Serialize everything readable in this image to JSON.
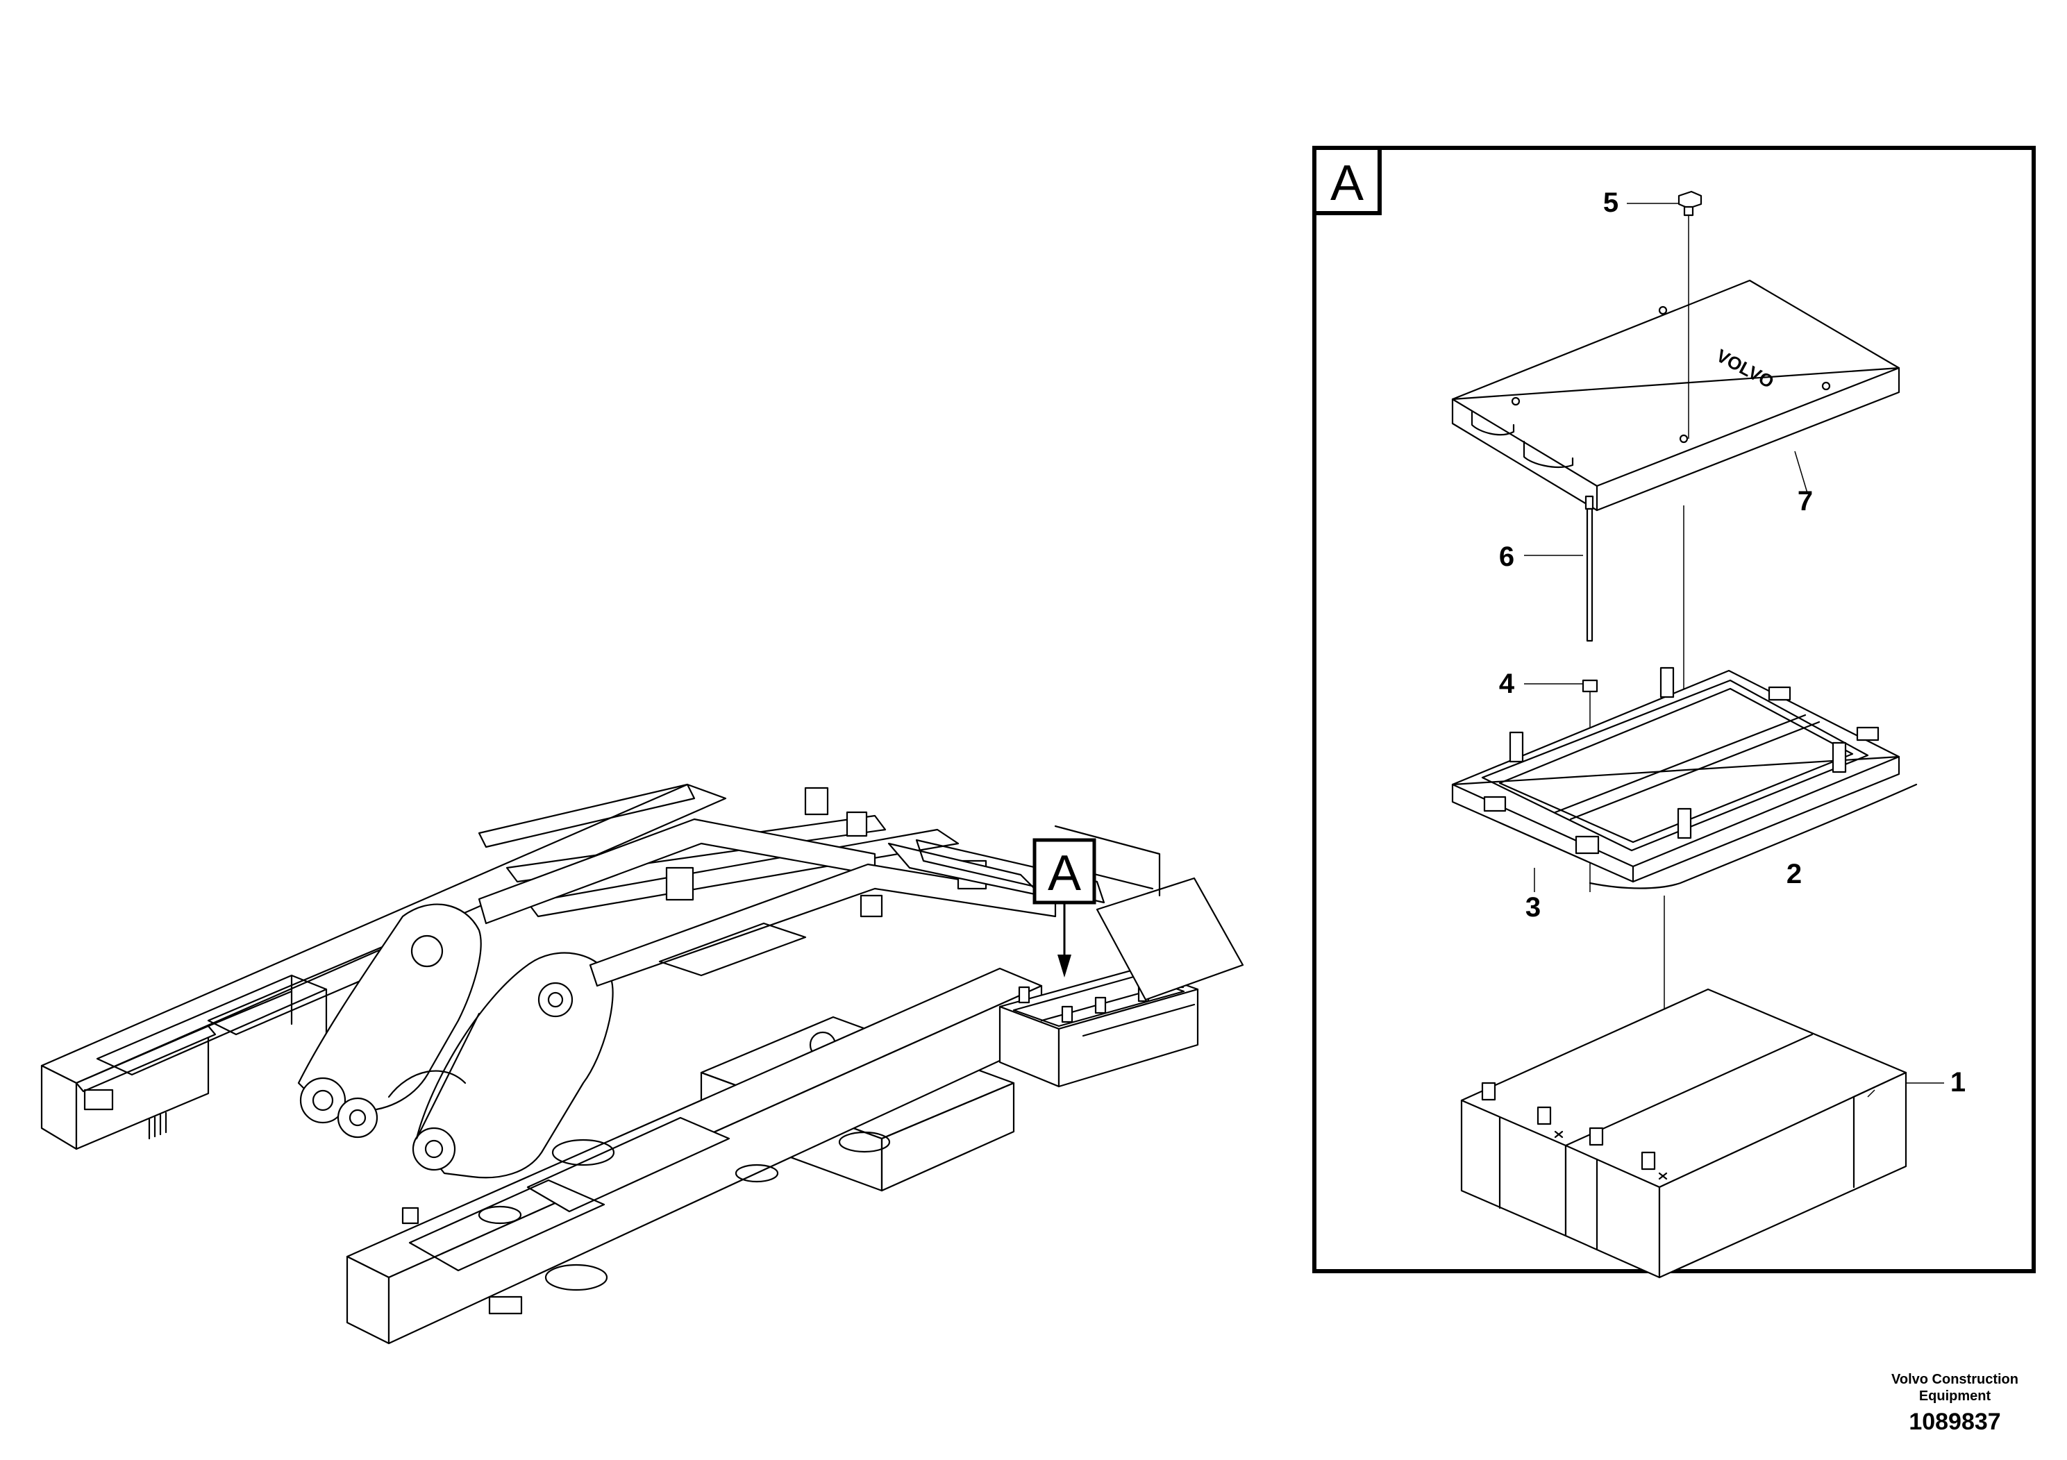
{
  "overview": {
    "view_tag": "A"
  },
  "detail": {
    "view_tag": "A",
    "callouts": [
      {
        "id": "callout-1",
        "label": "1"
      },
      {
        "id": "callout-2",
        "label": "2"
      },
      {
        "id": "callout-3",
        "label": "3"
      },
      {
        "id": "callout-4",
        "label": "4"
      },
      {
        "id": "callout-5",
        "label": "5"
      },
      {
        "id": "callout-6",
        "label": "6"
      },
      {
        "id": "callout-7",
        "label": "7"
      }
    ],
    "cover_logo": "VOLVO"
  },
  "footer": {
    "maker_line1": "Volvo Construction",
    "maker_line2": "Equipment",
    "doc_number": "1089837"
  }
}
